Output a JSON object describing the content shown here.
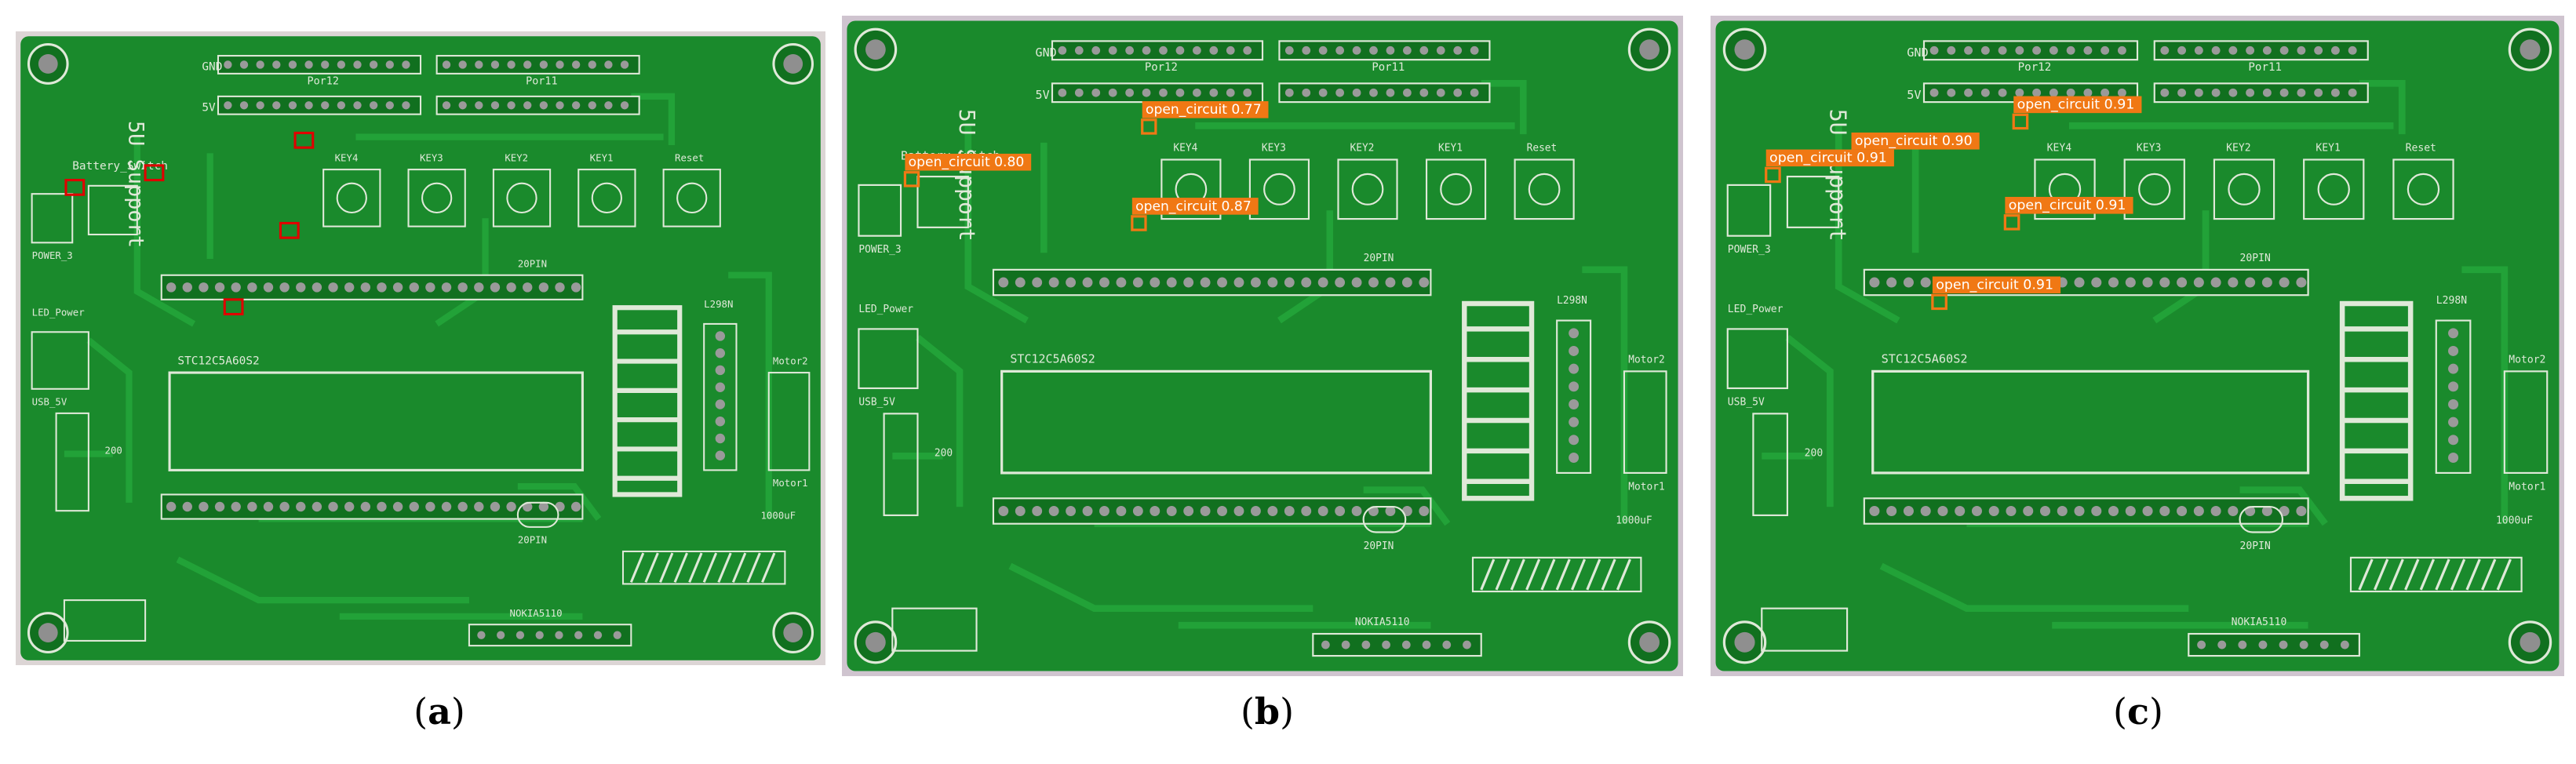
{
  "colors": {
    "board": "#1a8a2c",
    "board_dark": "#11701f",
    "trace": "#22a238",
    "silk": "#dfe9d8",
    "background_a": "#dcd5d5",
    "background_bc": "#cfc4cf",
    "gt_box": "#e00000",
    "det_box": "#f07814"
  },
  "silkscreen": {
    "support": "5U Support",
    "por2": "Por12",
    "por1": "Por11",
    "batt": "Battery_Switch",
    "led": "LED_Power",
    "usb": "USB_5V",
    "power": "POWER_3",
    "chip": "STC12C5A60S2",
    "l298": "L298N",
    "motor2": "Motor2",
    "motor1": "Motor1",
    "pin20": "20PIN",
    "k1000": "1000uF",
    "r200": "200",
    "nokia": "NOKIA5110",
    "gnd": "GND",
    "v5": "5V",
    "keys": [
      "KEY4",
      "KEY3",
      "KEY2",
      "KEY1",
      "Reset"
    ]
  },
  "panels": [
    {
      "id": "a",
      "caption_letter": "a",
      "annotation": "ground-truth boxes"
    },
    {
      "id": "b",
      "caption_letter": "b",
      "detections": [
        {
          "label": "open_circuit 0.77"
        },
        {
          "label": "open_circuit 0.80"
        },
        {
          "label": "open_circuit 0.87"
        }
      ]
    },
    {
      "id": "c",
      "caption_letter": "c",
      "detections": [
        {
          "label": "open_circuit 0.91"
        },
        {
          "label": "open_circuit 0.90"
        },
        {
          "label": "open_circuit 0.91"
        },
        {
          "label": "open_circuit 0.91"
        },
        {
          "label": "open_circuit 0.91"
        }
      ]
    }
  ]
}
